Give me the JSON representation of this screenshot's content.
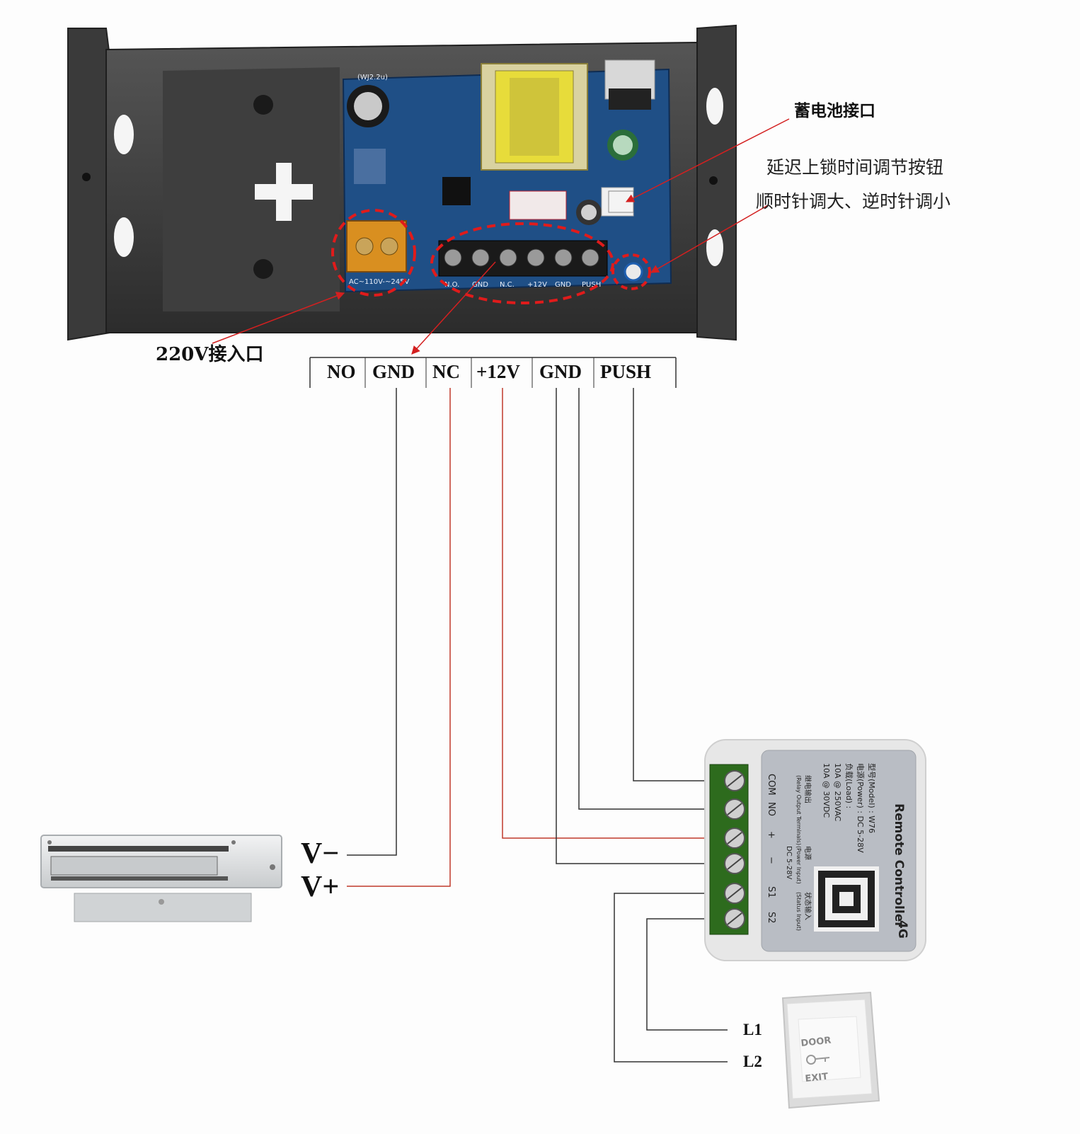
{
  "callouts": {
    "battery_port": "蓄电池接口",
    "delay_line1": "延迟上锁时间调节按钮",
    "delay_line2": "顺时针调大、逆时针调小",
    "ac_input": "220V接入口"
  },
  "pcb": {
    "ac_label": "AC~110V-~245V",
    "silk_terminals": [
      "N.O.",
      "GND",
      "N.C.",
      "+12V",
      "GND",
      "PUSH"
    ],
    "capacitor_label": "(WJ2.2u)"
  },
  "terminals": [
    "NO",
    "GND",
    "NC",
    "+12V",
    "GND",
    "PUSH"
  ],
  "lock": {
    "v_minus": "V−",
    "v_plus": "V+"
  },
  "remote_controller": {
    "title": "Remote Controller",
    "model": "型号(Model) : W76",
    "power": "电源(Power) : DC 5-28V",
    "load": "负载(Load) :",
    "load_ac": "10A @ 250VAC",
    "load_dc": "10A @ 30VDC",
    "relay_out": "继电输出",
    "relay_out_en": "(Relay Output Terminals)",
    "power_in": "电源",
    "power_in_en": "(Power Input)",
    "status_in": "状态输入",
    "status_in_en": "(Status Input)",
    "pins": [
      "COM",
      "NO",
      "+",
      "−",
      "S1",
      "S2"
    ],
    "dc": "DC 5-28V",
    "badge": "4G"
  },
  "exit_button": {
    "top": "DOOR",
    "bottom": "EXIT",
    "l1": "L1",
    "l2": "L2"
  },
  "colors": {
    "red_wire": "#c0392b",
    "dark_wire": "#333333",
    "pcb_blue": "#1f4f86",
    "dashed_circle": "#e01b1b",
    "terminal_green": "#2d6b1d"
  }
}
